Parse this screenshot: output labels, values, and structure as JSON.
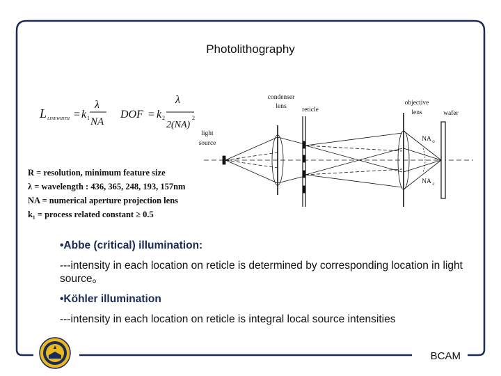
{
  "slide": {
    "title": "Photolithography",
    "footer": "BCAM",
    "frame_color": "#1b2a57",
    "seal_colors": {
      "outer": "#e8b81e",
      "inner": "#1b2a57"
    }
  },
  "formulas": {
    "linewidth": {
      "lhs": "L",
      "lhs_sub": "LINEWIDTH",
      "coef": "k",
      "coef_sub": "1",
      "num": "λ",
      "den": "NA"
    },
    "dof": {
      "lhs": "DOF",
      "coef": "k",
      "coef_sub": "2",
      "num": "λ",
      "den": "2(NA)",
      "den_sup": "2"
    }
  },
  "definitions": [
    "R = resolution, minimum feature size",
    "λ = wavelength : 436, 365, 248, 193, 157nm",
    "NA = numerical aperture projection lens",
    "k₁ = process related constant ≥ 0.5"
  ],
  "diagram": {
    "labels": {
      "light_source_1": "light",
      "light_source_2": "source",
      "condenser_1": "condenser",
      "condenser_2": "lens",
      "reticle": "reticle",
      "objective_1": "objective",
      "objective_2": "lens",
      "wafer": "wafer",
      "na_o": "NA",
      "na_o_sub": "o",
      "na_c": "NA",
      "na_c_sub": "c"
    }
  },
  "bullets": [
    {
      "heading": "•Abbe (critical) illumination:",
      "body": "---intensity in each location on reticle is determined by corresponding location in light source。"
    },
    {
      "heading": "•Köhler illumination",
      "body": "---intensity in each location on reticle is integral local source intensities"
    }
  ]
}
